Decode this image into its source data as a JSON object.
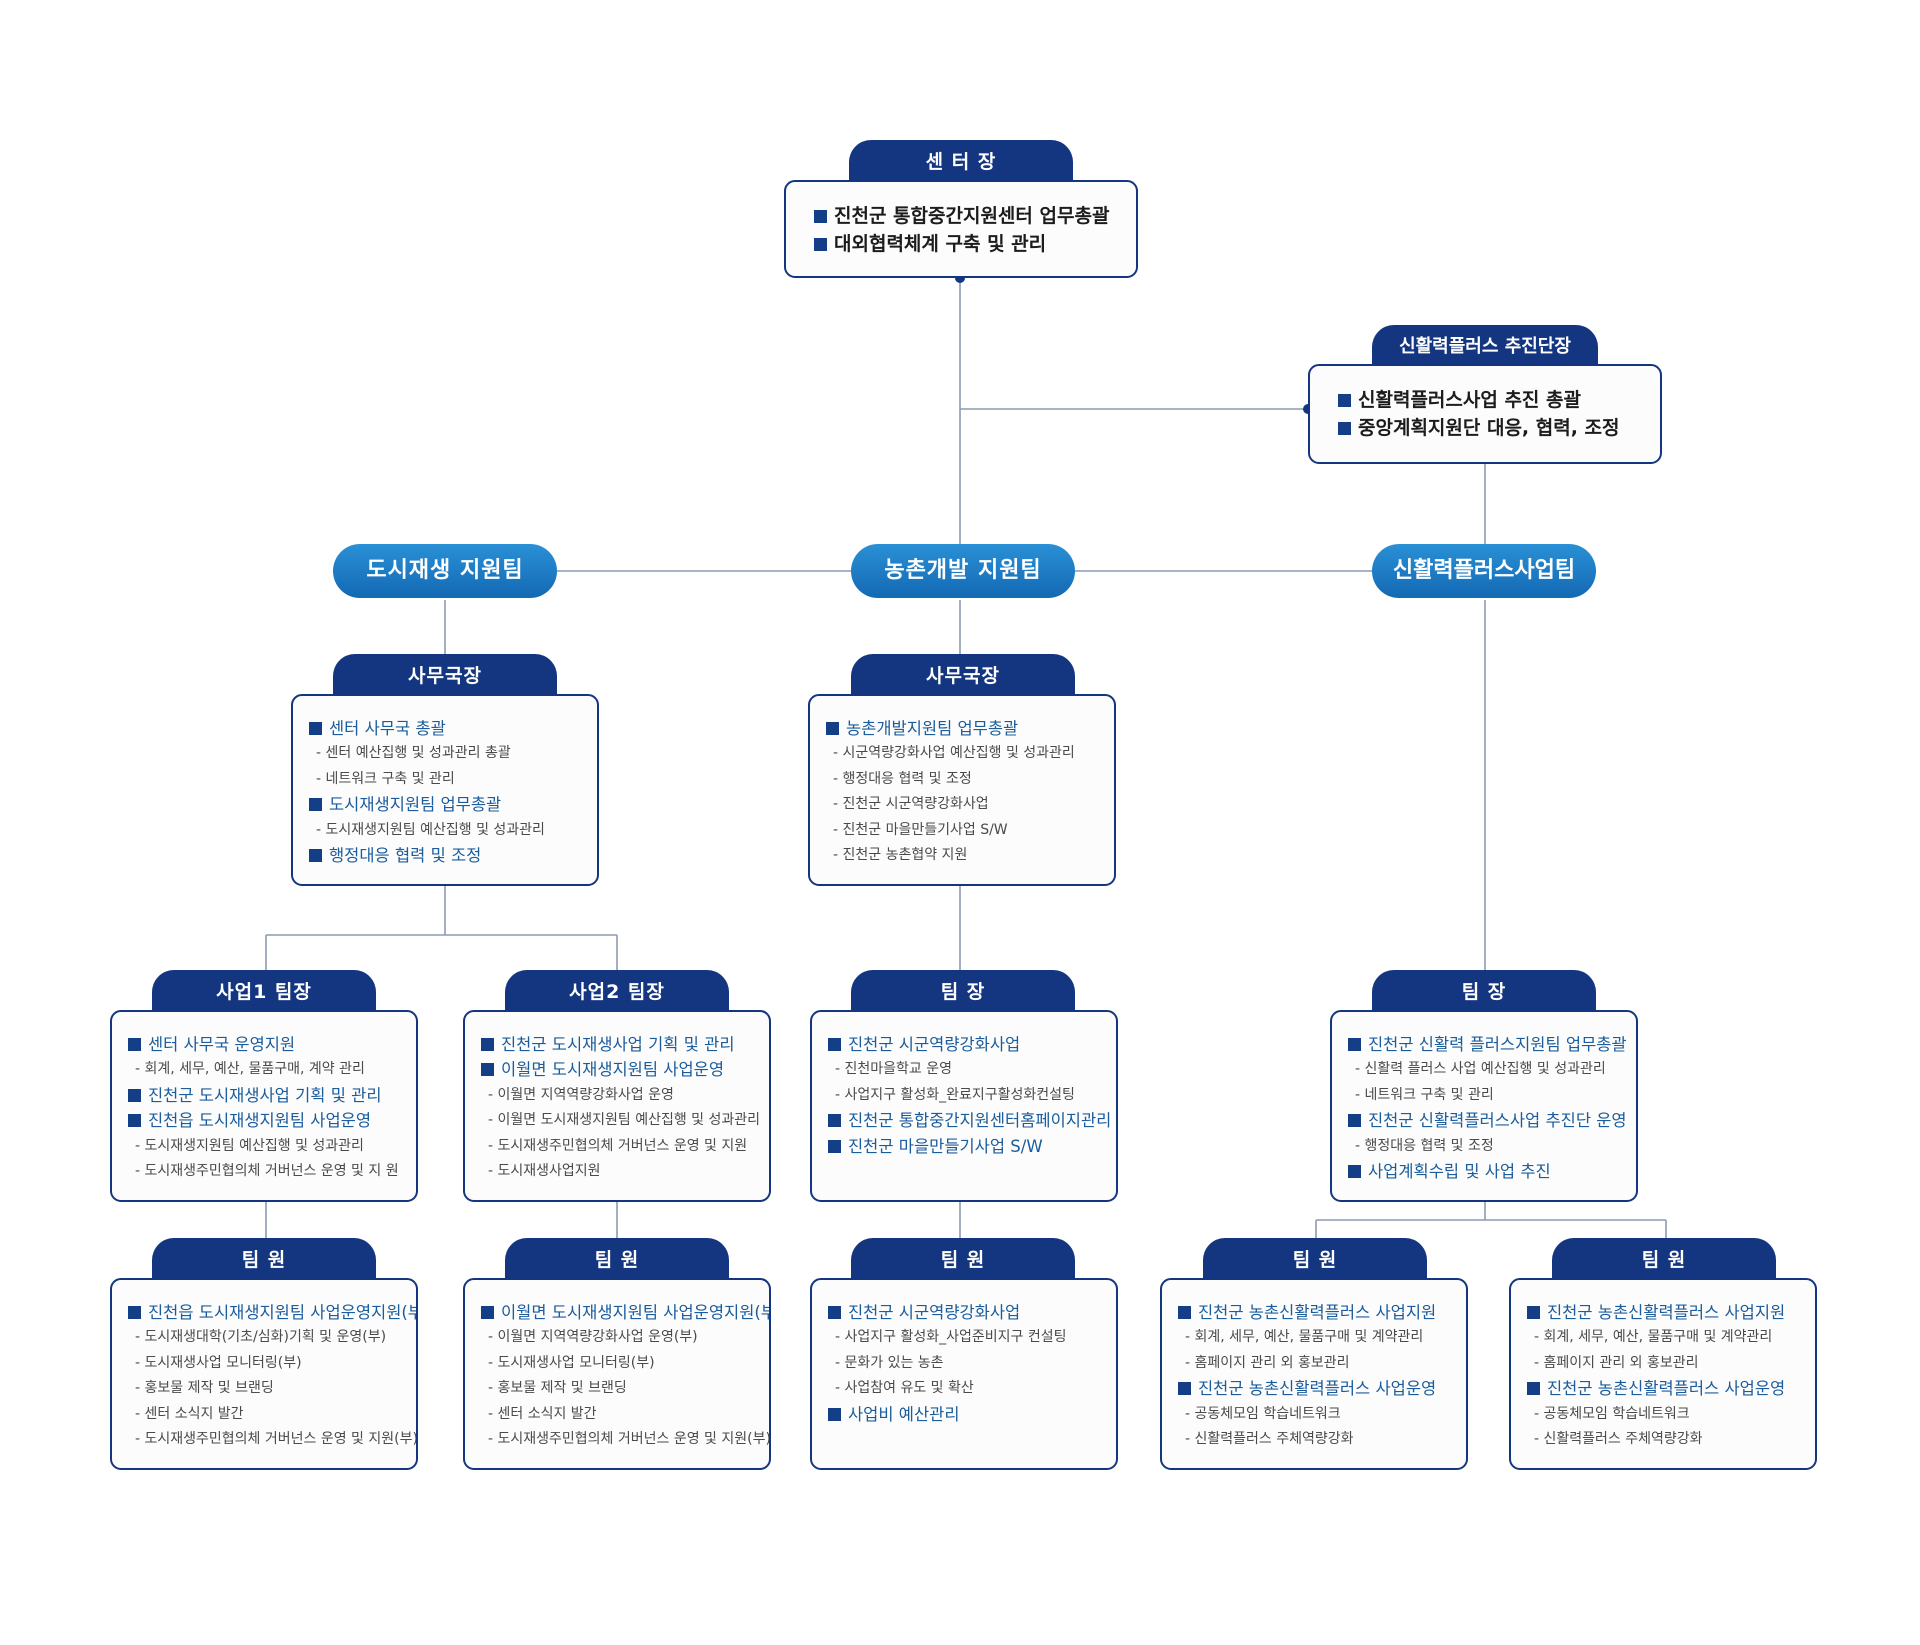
{
  "colors": {
    "navy": "#143681",
    "team_blue": "#1c7bc6",
    "highlight_text": "#1a5c9c",
    "connector": "#8c9bb0"
  },
  "director": {
    "title": "센 터 장",
    "items": [
      {
        "type": "h",
        "text": "진천군 통합중간지원센터 업무총괄"
      },
      {
        "type": "h",
        "text": "대외협력체계 구축 및 관리"
      }
    ]
  },
  "plus_head": {
    "title": "신활력플러스 추진단장",
    "items": [
      {
        "type": "h",
        "text": "신활력플러스사업 추진 총괄"
      },
      {
        "type": "h",
        "text": "중앙계획지원단 대응, 협력, 조정"
      }
    ]
  },
  "teams": {
    "urban": "도시재생 지원팀",
    "rural": "농촌개발 지원팀",
    "plus": "신활력플러스사업팀"
  },
  "urban_secretary": {
    "title": "사무국장",
    "items": [
      {
        "type": "h",
        "text": "센터 사무국 총괄"
      },
      {
        "type": "s",
        "text": "- 센터 예산집행 및 성과관리 총괄"
      },
      {
        "type": "s",
        "text": "- 네트워크 구축 및 관리"
      },
      {
        "type": "h",
        "text": "도시재생지원팀 업무총괄"
      },
      {
        "type": "s",
        "text": "- 도시재생지원팀 예산집행 및  성과관리"
      },
      {
        "type": "h",
        "text": "행정대응 협력 및 조정"
      }
    ]
  },
  "rural_secretary": {
    "title": "사무국장",
    "items": [
      {
        "type": "h",
        "text": "농촌개발지원팀 업무총괄"
      },
      {
        "type": "s",
        "text": "- 시군역량강화사업 예산집행 및 성과관리"
      },
      {
        "type": "s",
        "text": "- 행정대응 협력 및  조정"
      },
      {
        "type": "s",
        "text": "- 진천군 시군역량강화사업"
      },
      {
        "type": "s",
        "text": "- 진천군 마을만들기사업 S/W"
      },
      {
        "type": "s",
        "text": "- 진천군 농촌협약 지원"
      }
    ]
  },
  "biz1_leader": {
    "title": "사업1 팀장",
    "items": [
      {
        "type": "h",
        "text": "센터 사무국 운영지원"
      },
      {
        "type": "s",
        "text": "- 회계, 세무, 예산, 물품구매, 계약 관리"
      },
      {
        "type": "h",
        "text": "진천군 도시재생사업 기획 및 관리"
      },
      {
        "type": "h",
        "text": "진천읍 도시재생지원팀 사업운영"
      },
      {
        "type": "s",
        "text": "- 도시재생지원팀 예산집행 및 성과관리"
      },
      {
        "type": "s",
        "text": "- 도시재생주민협의체 거버넌스 운영 및 지 원"
      }
    ]
  },
  "biz2_leader": {
    "title": "사업2 팀장",
    "items": [
      {
        "type": "h",
        "text": "진천군 도시재생사업 기획 및 관리"
      },
      {
        "type": "h",
        "text": "이월면 도시재생지원팀 사업운영"
      },
      {
        "type": "s",
        "text": "- 이월면 지역역량강화사업 운영"
      },
      {
        "type": "s",
        "text": "- 이월면 도시재생지원팀 예산집행 및 성과관리"
      },
      {
        "type": "s",
        "text": "- 도시재생주민협의체 거버넌스 운영 및 지원"
      },
      {
        "type": "s",
        "text": "- 도시재생사업지원"
      }
    ]
  },
  "rural_leader": {
    "title": "팀 장",
    "items": [
      {
        "type": "h",
        "text": "진천군 시군역량강화사업"
      },
      {
        "type": "s",
        "text": "- 진천마을학교 운영"
      },
      {
        "type": "s",
        "text": "- 사업지구 활성화_완료지구활성화컨설팅"
      },
      {
        "type": "h",
        "text": "진천군 통합중간지원센터홈페이지관리"
      },
      {
        "type": "h",
        "text": "진천군 마을만들기사업 S/W"
      }
    ]
  },
  "plus_leader": {
    "title": "팀 장",
    "items": [
      {
        "type": "h",
        "text": "진천군 신활력 플러스지원팀 업무총괄"
      },
      {
        "type": "s",
        "text": "- 신활력 플러스 사업 예산집행 및 성과관리"
      },
      {
        "type": "s",
        "text": "- 네트워크 구축 및 관리"
      },
      {
        "type": "h",
        "text": "진천군 신활력플러스사업 추진단 운영"
      },
      {
        "type": "s",
        "text": "- 행정대응 협력 및 조정"
      },
      {
        "type": "h",
        "text": "사업계획수립 및 사업 추진"
      }
    ]
  },
  "biz1_member": {
    "title": "팀 원",
    "items": [
      {
        "type": "h",
        "text": "진천읍 도시재생지원팀 사업운영지원(부)"
      },
      {
        "type": "s",
        "text": "- 도시재생대학(기초/심화)기획 및 운영(부)"
      },
      {
        "type": "s",
        "text": "- 도시재생사업 모니터링(부)"
      },
      {
        "type": "s",
        "text": "- 홍보물 제작 및 브랜딩"
      },
      {
        "type": "s",
        "text": "- 센터 소식지 발간"
      },
      {
        "type": "s",
        "text": "- 도시재생주민협의체 거버넌스 운영 및 지원(부)"
      }
    ]
  },
  "biz2_member": {
    "title": "팀 원",
    "items": [
      {
        "type": "h",
        "text": "이월면 도시재생지원팀 사업운영지원(부)"
      },
      {
        "type": "s",
        "text": "- 이월면  지역역량강화사업 운영(부)"
      },
      {
        "type": "s",
        "text": "- 도시재생사업 모니터링(부)"
      },
      {
        "type": "s",
        "text": "- 홍보물 제작 및 브랜딩"
      },
      {
        "type": "s",
        "text": "- 센터 소식지 발간"
      },
      {
        "type": "s",
        "text": "- 도시재생주민협의체 거버넌스 운영 및 지원(부)"
      }
    ]
  },
  "rural_member": {
    "title": "팀 원",
    "items": [
      {
        "type": "h",
        "text": "진천군 시군역량강화사업"
      },
      {
        "type": "s",
        "text": "- 사업지구 활성화_사업준비지구 컨설팅"
      },
      {
        "type": "s",
        "text": "- 문화가 있는 농촌"
      },
      {
        "type": "s",
        "text": "- 사업참여 유도 및 확산"
      },
      {
        "type": "h",
        "text": "사업비 예산관리"
      }
    ]
  },
  "plus_member1": {
    "title": "팀 원",
    "items": [
      {
        "type": "h",
        "text": "진천군 농촌신활력플러스 사업지원"
      },
      {
        "type": "s",
        "text": "- 회계, 세무, 예산, 물품구매  및 계약관리"
      },
      {
        "type": "s",
        "text": "- 홈페이지 관리 외 홍보관리"
      },
      {
        "type": "h",
        "text": "진천군 농촌신활력플러스 사업운영"
      },
      {
        "type": "s",
        "text": "- 공동체모임 학습네트워크"
      },
      {
        "type": "s",
        "text": "- 신활력플러스 주체역량강화"
      }
    ]
  },
  "plus_member2": {
    "title": "팀 원",
    "items": [
      {
        "type": "h",
        "text": "진천군 농촌신활력플러스 사업지원"
      },
      {
        "type": "s",
        "text": "- 회계, 세무, 예산, 물품구매  및 계약관리"
      },
      {
        "type": "s",
        "text": "- 홈페이지 관리 외 홍보관리"
      },
      {
        "type": "h",
        "text": "진천군 농촌신활력플러스 사업운영"
      },
      {
        "type": "s",
        "text": "- 공동체모임 학습네트워크"
      },
      {
        "type": "s",
        "text": "- 신활력플러스 주체역량강화"
      }
    ]
  }
}
